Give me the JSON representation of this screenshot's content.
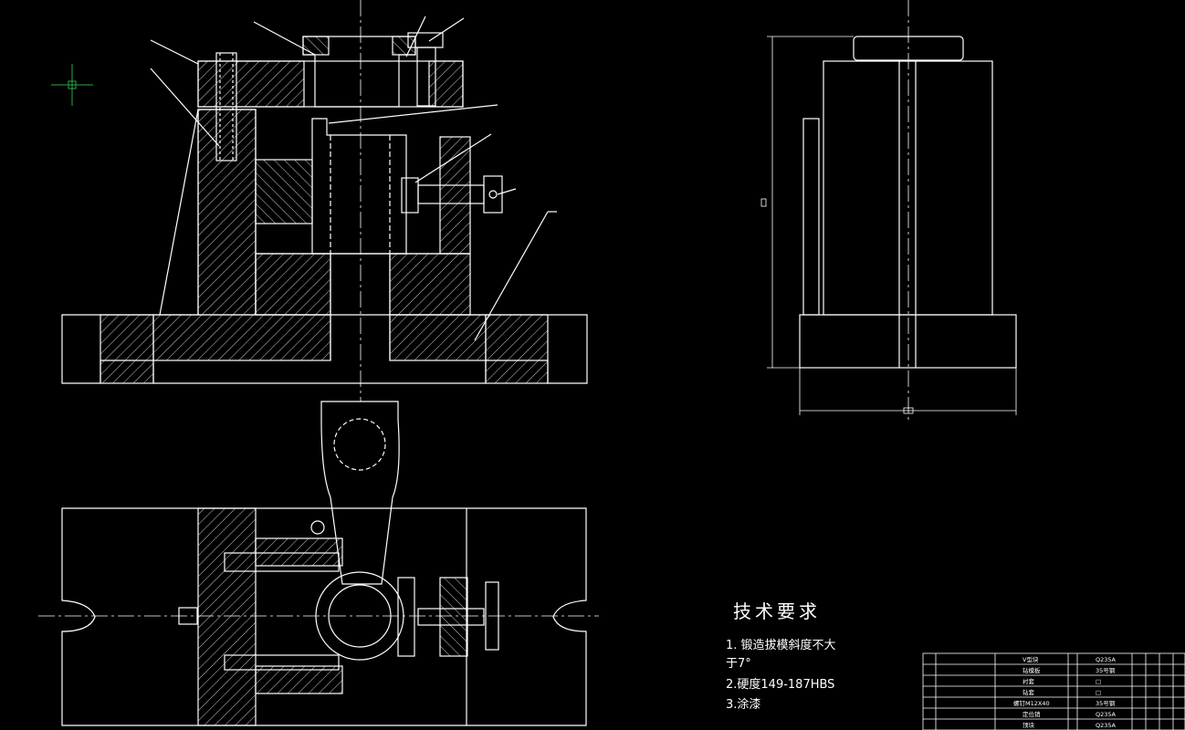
{
  "drawing": {
    "tech_requirements_title": "技术要求",
    "tech_requirements": [
      "1. 锻造拔模斜度不大",
      "于7°",
      "2.硬度149-187HBS",
      "3.涂漆"
    ]
  },
  "bom": {
    "rows": [
      {
        "name": "V型块",
        "material": "Q235A"
      },
      {
        "name": "钻模板",
        "material": "35号钢"
      },
      {
        "name": "衬套",
        "material": "□"
      },
      {
        "name": "钻套",
        "material": "□"
      },
      {
        "name": "螺钉M12X40",
        "material": "35号钢"
      },
      {
        "name": "定位销",
        "material": "Q235A"
      },
      {
        "name": "顶块",
        "material": "Q235A"
      }
    ]
  },
  "colors": {
    "background": "#000000",
    "line": "#ffffff",
    "cursor": "#2aa84a"
  }
}
